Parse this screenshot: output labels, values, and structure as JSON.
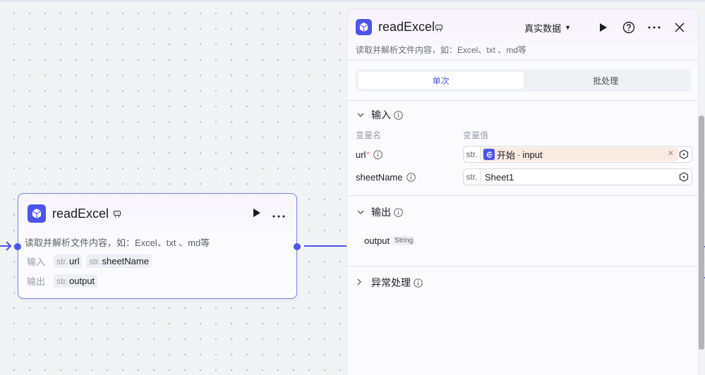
{
  "canvas": {
    "edge_color": "#4d53e8",
    "brand_color": "#4d53e8"
  },
  "node": {
    "title": "readExcel",
    "description": "读取并解析文件内容，如：Excel、txt 、md等",
    "input_label": "输入",
    "output_label": "输出",
    "inputs": [
      {
        "type": "str.",
        "name": "url"
      },
      {
        "type": "str.",
        "name": "sheetName"
      }
    ],
    "outputs": [
      {
        "type": "str.",
        "name": "output"
      }
    ],
    "icons": [
      "plugin-cube-icon",
      "debug-mask-icon",
      "play-icon",
      "more-icon"
    ]
  },
  "panel": {
    "title": "readExcel",
    "description": "读取并解析文件内容，如：Excel、txt 、md等",
    "mode_select": "真实数据",
    "tabs": [
      {
        "label": "单次",
        "active": true
      },
      {
        "label": "批处理",
        "active": false
      }
    ],
    "input_section": {
      "title": "输入",
      "col_name": "变量名",
      "col_value": "变量值",
      "rows": [
        {
          "name": "url",
          "required": true,
          "type": "str.",
          "ref_node": "开始",
          "ref_sep": "-",
          "ref_var": "input"
        },
        {
          "name": "sheetName",
          "required": false,
          "type": "str.",
          "value": "Sheet1"
        }
      ]
    },
    "output_section": {
      "title": "输出",
      "outputs": [
        {
          "name": "output",
          "type": "String"
        }
      ]
    },
    "error_section": {
      "title": "异常处理"
    }
  }
}
